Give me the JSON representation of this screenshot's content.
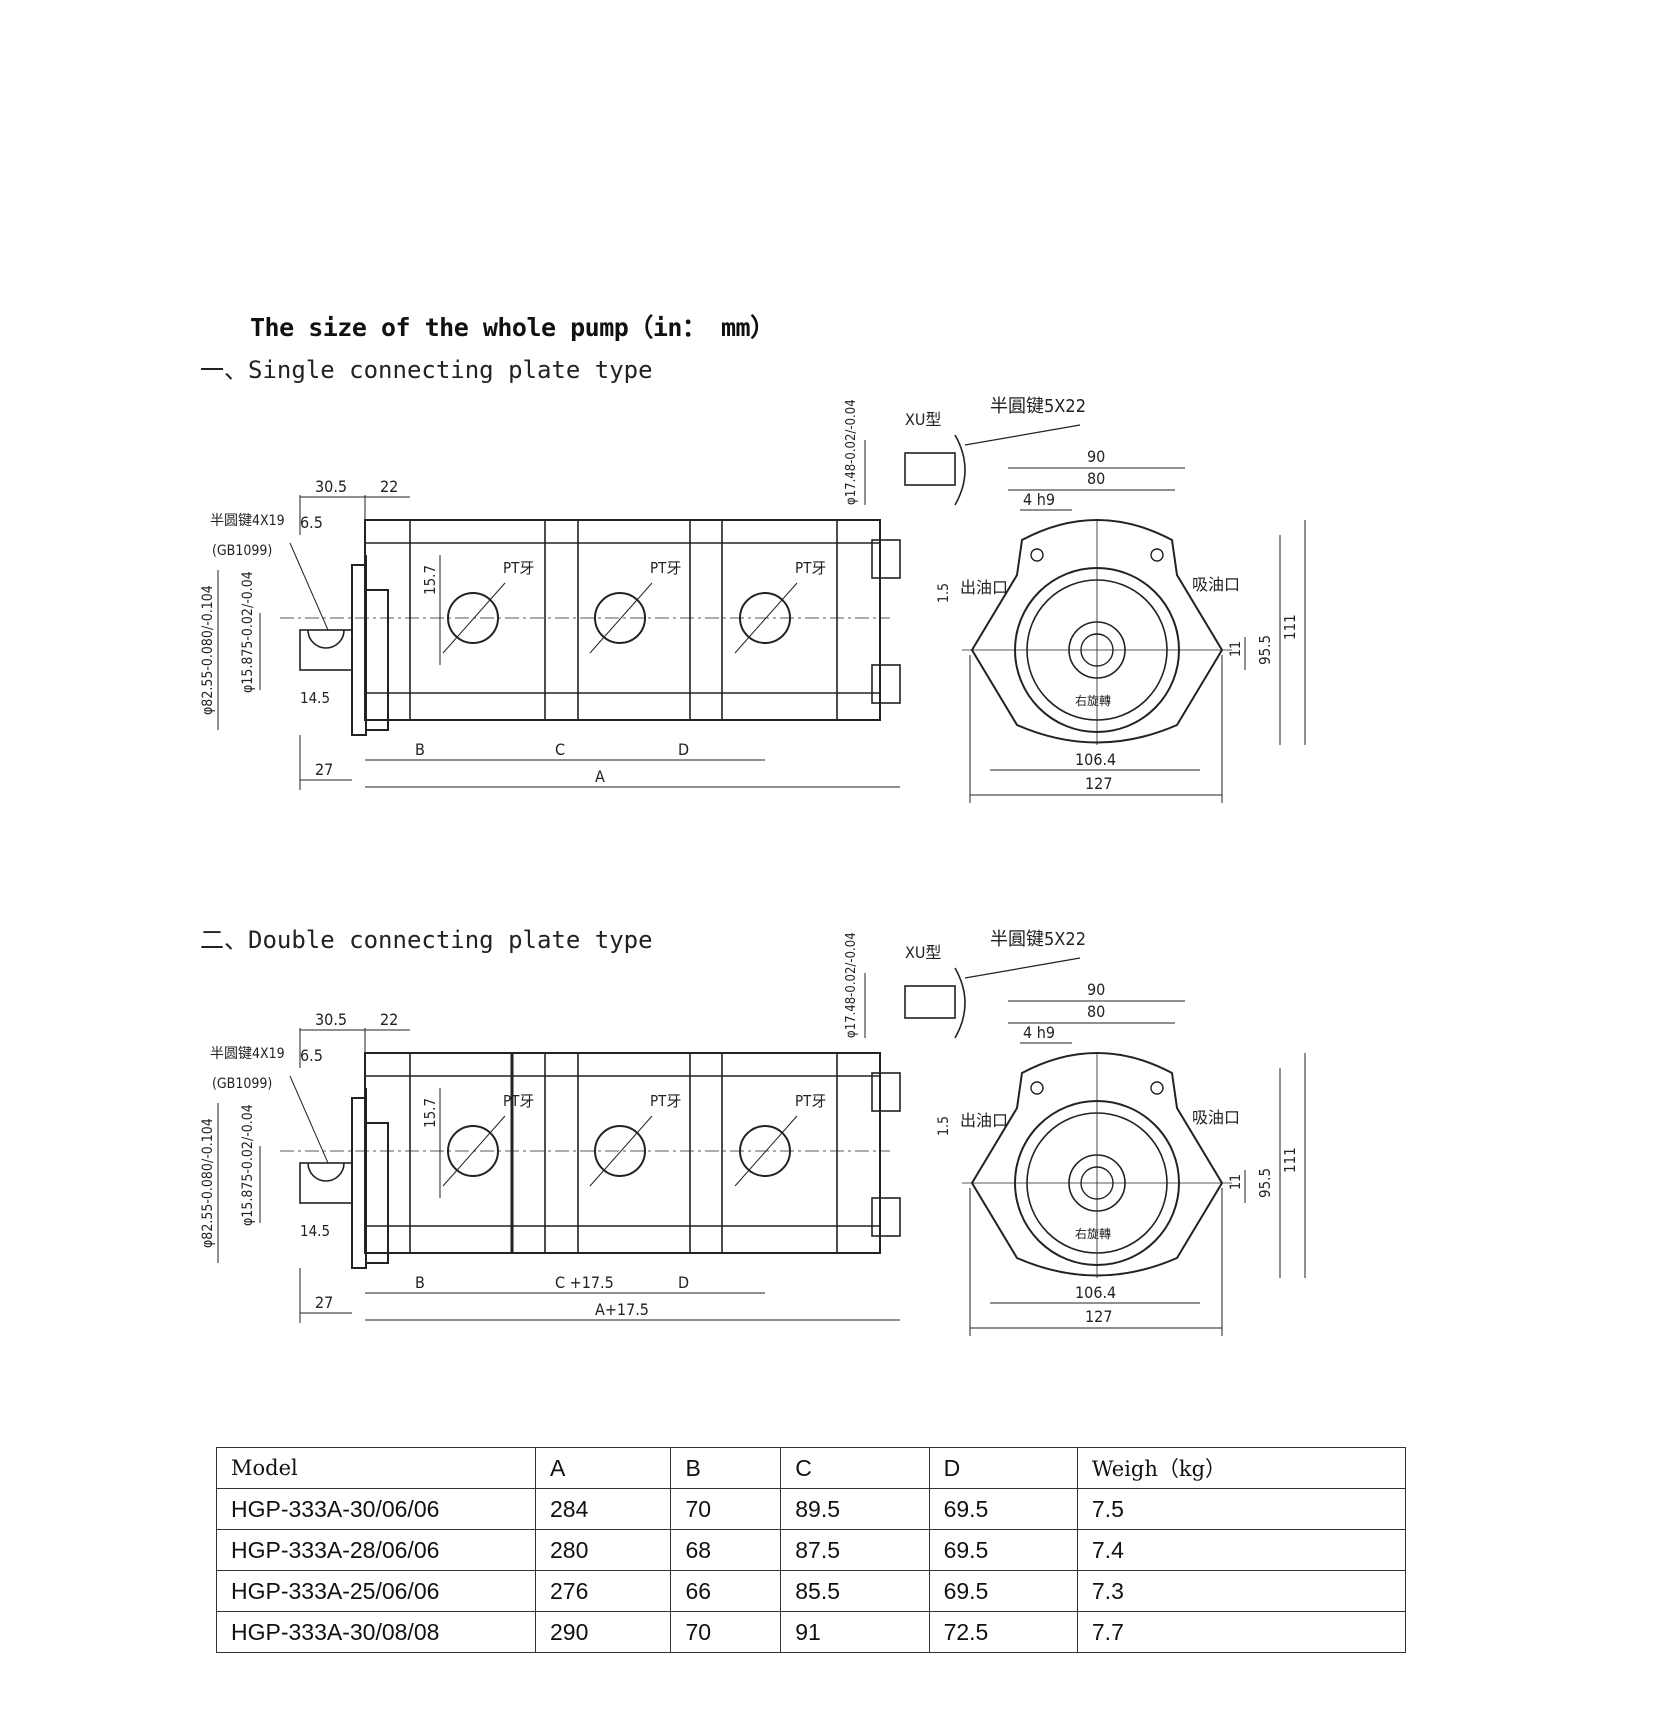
{
  "heading": "The size of the whole pump（in： mm）",
  "sections": [
    {
      "title": "一、Single connecting plate type"
    },
    {
      "title": "二、Double connecting plate type"
    }
  ],
  "drawing_labels": {
    "key_label": "半圆键4X19",
    "gb": "(GB1099)",
    "d30_5": "30.5",
    "d22": "22",
    "d6_5": "6.5",
    "d15_7": "15.7",
    "d14_5": "14.5",
    "d27": "27",
    "phi82": "φ82.55-0.080/-0.104",
    "phi15": "φ15.875-0.02/-0.04",
    "pt": "PT牙",
    "xu": "XU型",
    "key2": "半圓键5X22",
    "phi17": "φ17.48-0.02/-0.04",
    "d90": "90",
    "d80": "80",
    "d4h9": "4 h9",
    "d1_5": "1.5",
    "outlet": "出油口",
    "inlet": "吸油口",
    "d11": "11",
    "d95_5": "95.5",
    "d111": "111",
    "d106_4": "106.4",
    "d127": "127",
    "rot": "右旋轉",
    "B": "B",
    "D": "D",
    "single": {
      "C": "C",
      "A": "A"
    },
    "double": {
      "C": "C +17.5",
      "A": "A+17.5"
    }
  },
  "table": {
    "headers": [
      "Model",
      "A",
      "B",
      "C",
      "D",
      "Weigh（kg）"
    ],
    "rows": [
      [
        "HGP-333A-30/06/06",
        "284",
        "70",
        "89.5",
        "69.5",
        "7.5"
      ],
      [
        "HGP-333A-28/06/06",
        "280",
        "68",
        "87.5",
        "69.5",
        "7.4"
      ],
      [
        "HGP-333A-25/06/06",
        "276",
        "66",
        "85.5",
        "69.5",
        "7.3"
      ],
      [
        "HGP-333A-30/08/08",
        "290",
        "70",
        "91",
        "72.5",
        "7.7"
      ]
    ]
  }
}
